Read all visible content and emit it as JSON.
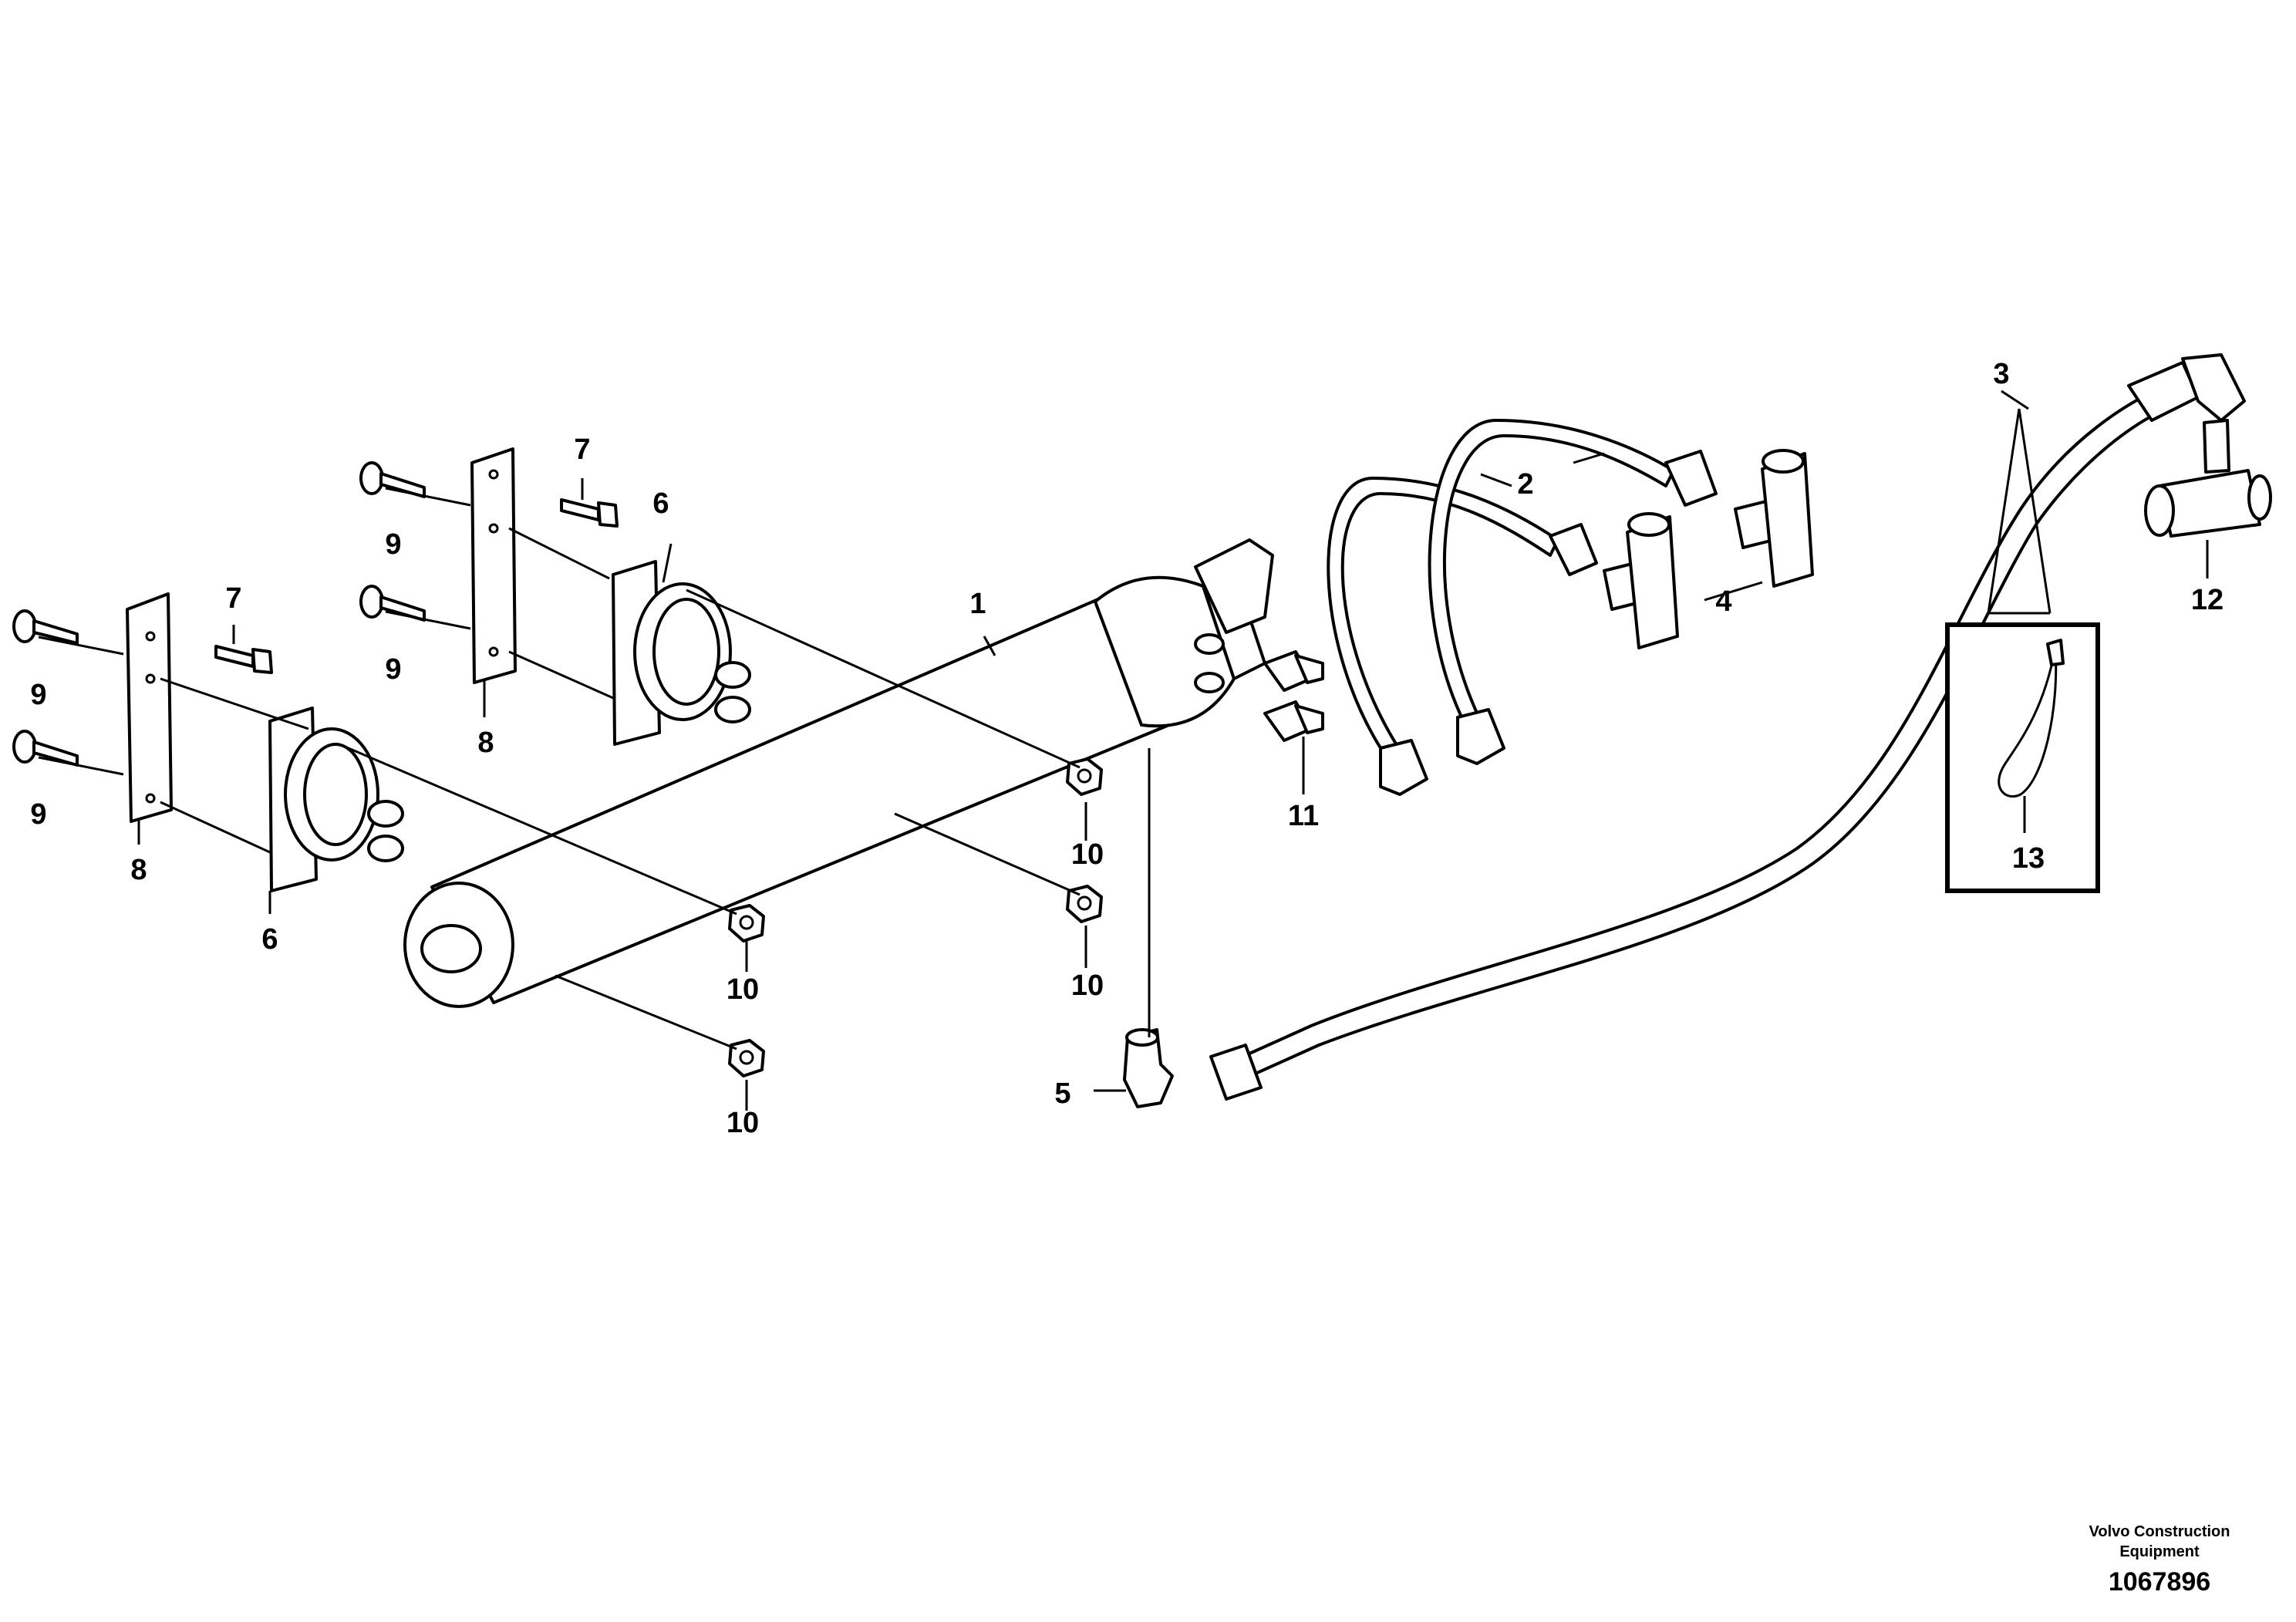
{
  "callouts": {
    "c1": "1",
    "c2": "2",
    "c3": "3",
    "c4": "4",
    "c5": "5",
    "c6a": "6",
    "c6b": "6",
    "c7a": "7",
    "c7b": "7",
    "c8a": "8",
    "c8b": "8",
    "c9a": "9",
    "c9b": "9",
    "c9c": "9",
    "c9d": "9",
    "c10a": "10",
    "c10b": "10",
    "c10c": "10",
    "c10d": "10",
    "c11": "11",
    "c12": "12",
    "c13": "13"
  },
  "footer": {
    "company_line1": "Volvo Construction",
    "company_line2": "Equipment",
    "drawing_number": "1067896"
  }
}
